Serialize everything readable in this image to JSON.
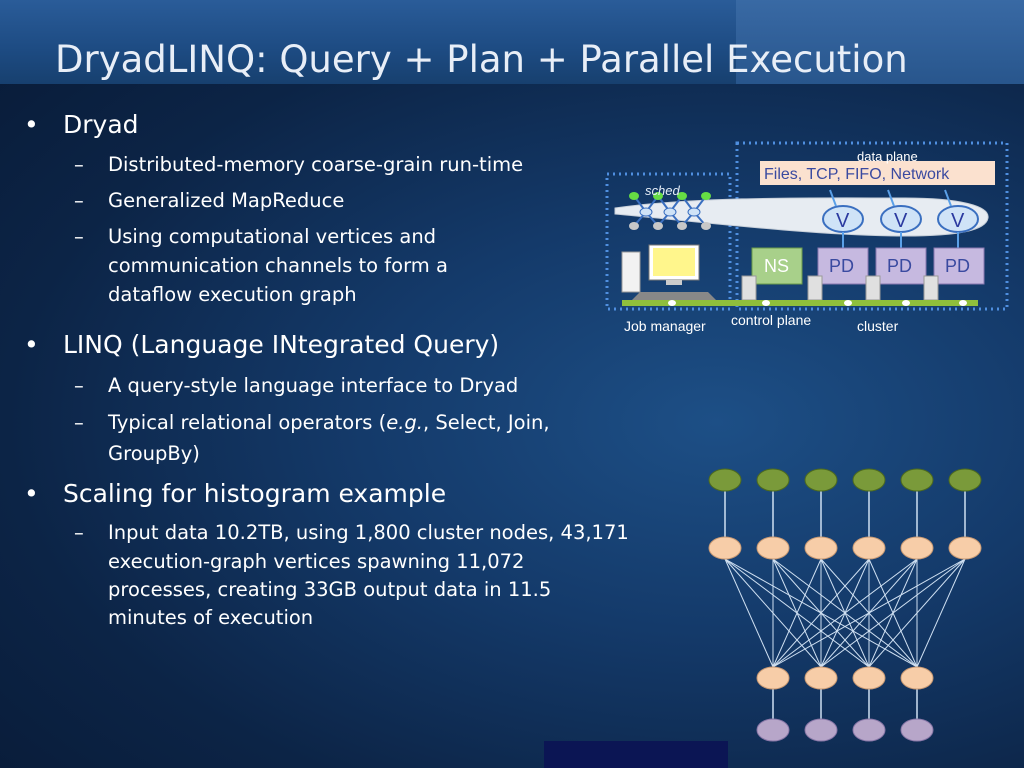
{
  "slide": {
    "title": "DryadLINQ:  Query + Plan + Parallel Execution"
  },
  "bullets": {
    "dryad": {
      "heading": "Dryad",
      "items": [
        "Distributed-memory coarse-grain run-time",
        "Generalized MapReduce",
        "Using computational vertices and",
        "communication channels to form a",
        "dataflow execution graph"
      ]
    },
    "linq": {
      "heading": "LINQ (Language INtegrated Query)",
      "items": [
        "A query-style language interface to Dryad",
        "Typical relational operators (",
        "e.g.",
        ", Select, Join,",
        "GroupBy)"
      ]
    },
    "scaling": {
      "heading": "Scaling for histogram example",
      "items": [
        "Input data 10.2TB, using 1,800 cluster nodes, 43,171",
        "execution-graph vertices spawning 11,072",
        "processes, creating 33GB output data in 11.5",
        "minutes of execution"
      ]
    }
  },
  "architecture": {
    "sched_label": "sched",
    "data_plane_label": "data plane",
    "channels_label": "Files, TCP, FIFO, Network",
    "vertex_label": "V",
    "ns_label": "NS",
    "pd_label": "PD",
    "job_manager_label": "Job manager",
    "control_plane_label": "control plane",
    "cluster_label": "cluster"
  },
  "colors": {
    "node_green": "#7a9a3a",
    "node_peach": "#f7cda8",
    "node_lavender": "#b7a6c9",
    "ns_green": "#a8d08a",
    "pd_lavender": "#c6b9e0",
    "channel_box": "#fbe1cf"
  }
}
